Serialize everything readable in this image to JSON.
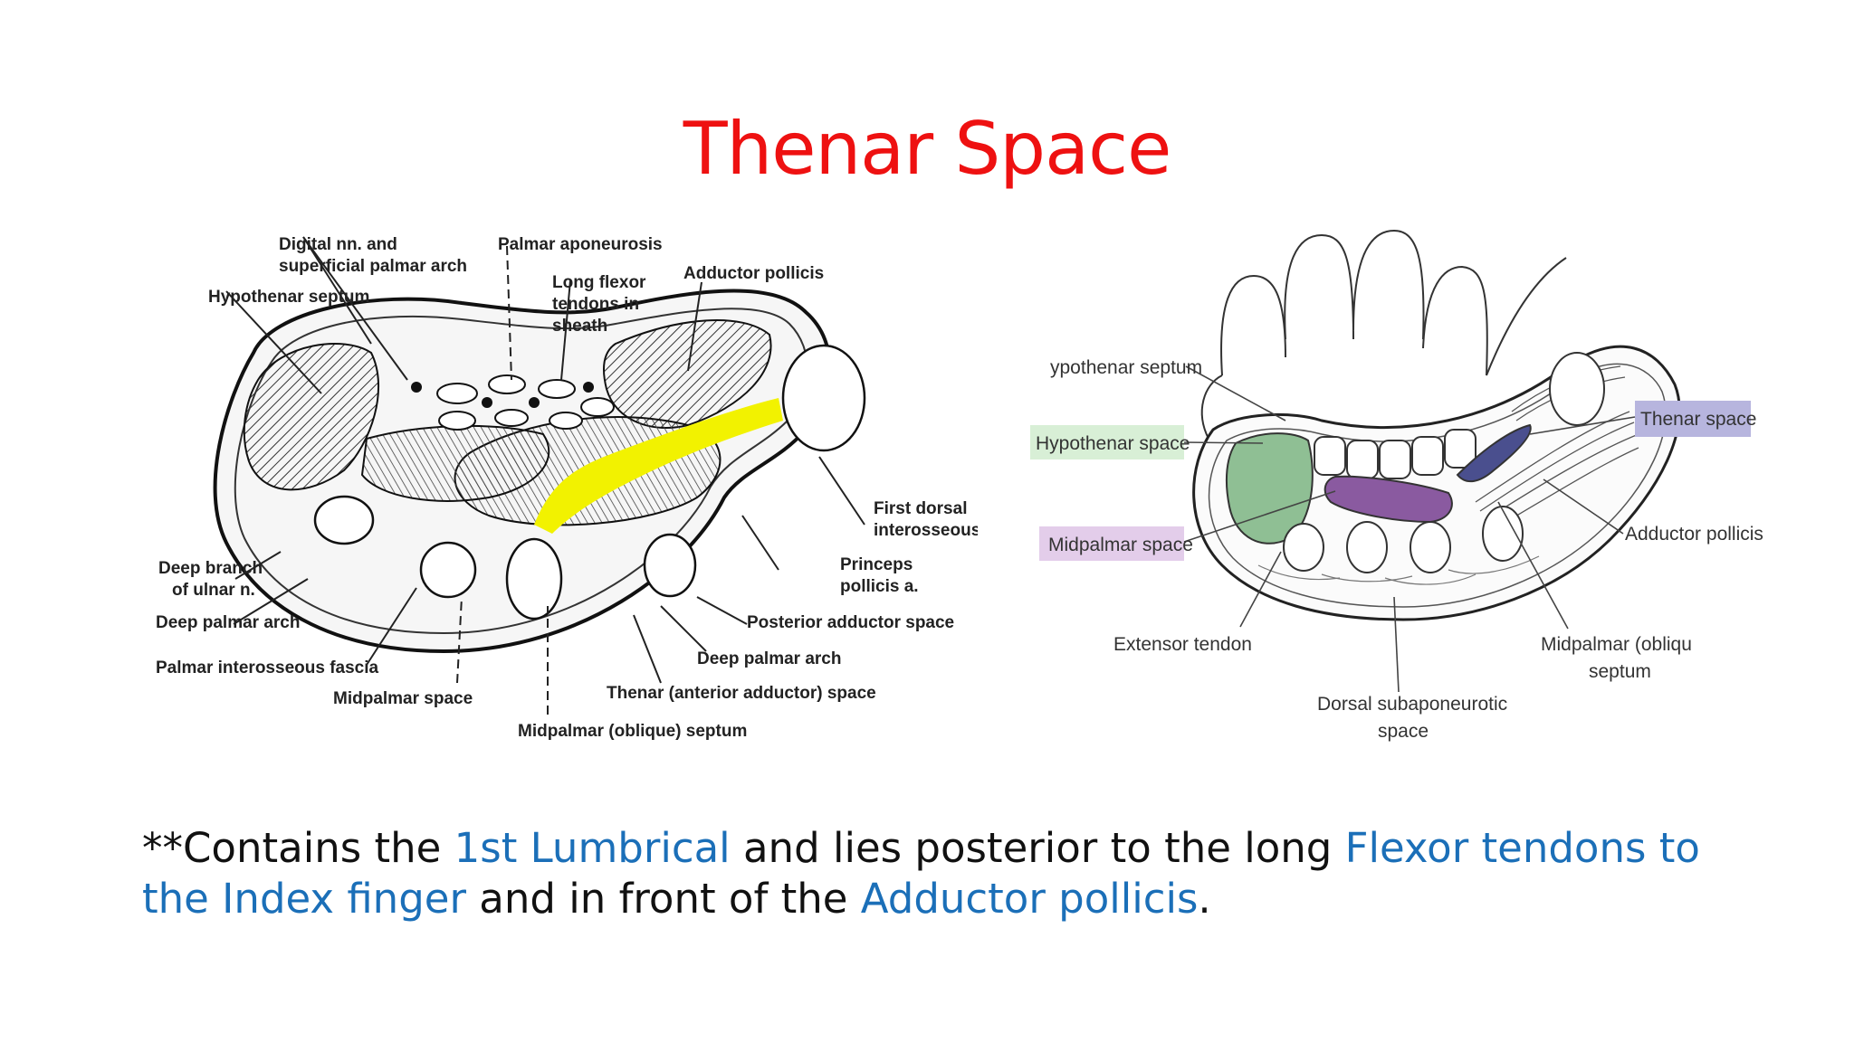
{
  "slide": {
    "title": "Thenar Space",
    "caption": {
      "p1": "**Contains the ",
      "h1": "1st Lumbrical",
      "p2": "  and lies posterior to the long ",
      "h2": "Flexor tendons to the Index finger",
      "p3": " and in front of the ",
      "h3": "Adductor pollicis",
      "p4": "."
    }
  },
  "figure_left": {
    "labels": {
      "digital_a": "Digital nn. and",
      "digital_b": "superficial palmar arch",
      "hypothenar_septum": "Hypothenar septum",
      "palmar_aponeurosis": "Palmar aponeurosis",
      "long_flexor_a": "Long flexor",
      "long_flexor_b": "tendons in",
      "long_flexor_c": "sheath",
      "adductor_pollicis": "Adductor pollicis",
      "first_dorsal_a": "First dorsal",
      "first_dorsal_b": "interosseous",
      "deep_branch_a": "Deep branch",
      "deep_branch_b": "of ulnar n.",
      "princeps_a": "Princeps",
      "princeps_b": "pollicis a.",
      "deep_palmar_arch_left": "Deep palmar arch",
      "posterior_adductor_space": "Posterior adductor space",
      "deep_palmar_arch_right": "Deep palmar arch",
      "palmar_interosseous_fascia": "Palmar interosseous fascia",
      "midpalmar_space": "Midpalmar space",
      "thenar_space": "Thenar (anterior adductor) space",
      "midpalmar_septum": "Midpalmar (oblique) septum"
    },
    "highlight_color": "#f2f200"
  },
  "figure_right": {
    "labels": {
      "hypothenar_septum": "ypothenar septum",
      "hypothenar_space": "Hypothenar space",
      "midpalmar_space": "Midpalmar space",
      "thenar_space": "Thenar space",
      "adductor_pollicis": "Adductor pollicis",
      "extensor_tendon": "Extensor tendon",
      "midpalmar_septum_a": "Midpalmar (obliqu",
      "midpalmar_septum_b": "septum",
      "dorsal_a": "Dorsal subaponeurotic",
      "dorsal_b": "space"
    },
    "colors": {
      "hypothenar_box": "#d8efd6",
      "midpalmar_box": "#e3cdea",
      "thenar_box": "#b7b5de",
      "hypothenar_fill": "#8fbf94",
      "midpalmar_fill": "#8a5aa0",
      "thenar_fill": "#4a4f8e"
    }
  }
}
